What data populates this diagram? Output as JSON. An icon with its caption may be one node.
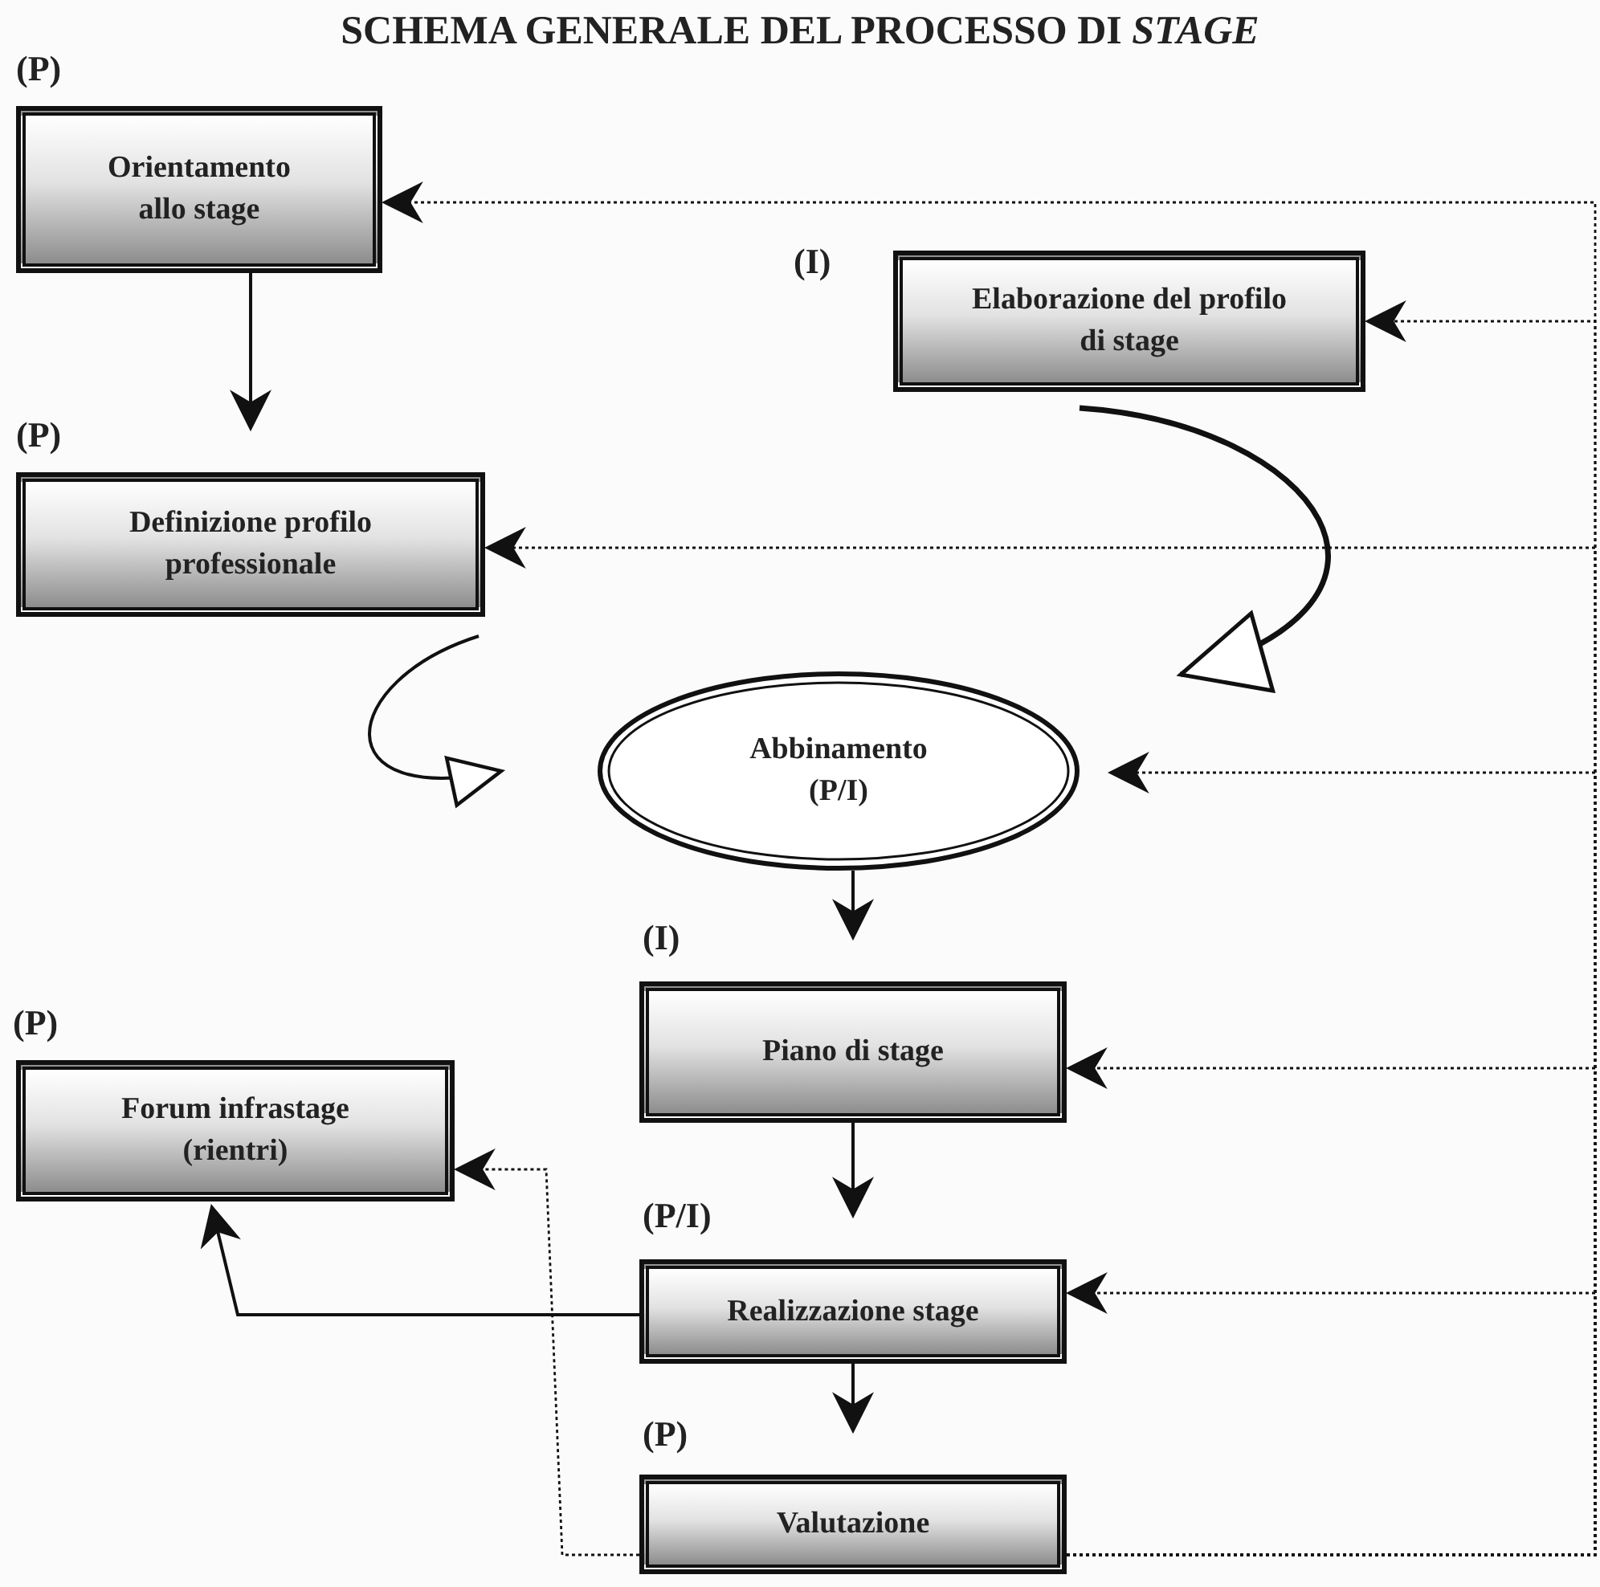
{
  "diagram": {
    "title": "SCHEMA GENERALE DEL PROCESSO DI *STAGE*",
    "nodes": [
      {
        "text": [
          "Orientamento allo stage"
        ],
        "beside": [
          "(P)"
        ]
      },
      {
        "text": [
          "Elaborazione del profilo di stage"
        ],
        "beside": [
          "(I)"
        ]
      },
      {
        "text": [
          "Definizione profilo professionale"
        ],
        "beside": [
          "(P)"
        ]
      },
      {
        "text": [
          "Abbinamento",
          "(P/I)"
        ]
      },
      {
        "text": [
          "Piano di stage"
        ],
        "beside": [
          "(I)"
        ]
      },
      {
        "text": [
          "Forum infrastage (rientri)"
        ],
        "beside": [
          "(P)"
        ]
      },
      {
        "text": [
          "Realizzazione stage"
        ],
        "beside": [
          "(P/I)"
        ]
      },
      {
        "text": [
          "Valutazione"
        ],
        "beside": [
          "(P)"
        ]
      }
    ],
    "edges": [
      {
        "from": 0,
        "to": 2,
        "arrow": "to"
      },
      {
        "from": 1,
        "to": 3,
        "arrow": "to",
        "style": "thick"
      },
      {
        "from": 2,
        "to": 3,
        "arrow": "to"
      },
      {
        "from": 3,
        "to": 4,
        "arrow": "to"
      },
      {
        "from": 4,
        "to": 6,
        "arrow": "to"
      },
      {
        "from": 6,
        "to": 7,
        "arrow": "to"
      },
      {
        "from": 6,
        "to": 5,
        "arrow": "to"
      },
      {
        "from": 7,
        "to": 0,
        "arrow": "to",
        "style": "dashed"
      },
      {
        "from": 7,
        "to": 1,
        "arrow": "to",
        "style": "dashed"
      },
      {
        "from": 7,
        "to": 2,
        "arrow": "to",
        "style": "dashed"
      },
      {
        "from": 7,
        "to": 3,
        "arrow": "to",
        "style": "dashed"
      },
      {
        "from": 7,
        "to": 4,
        "arrow": "to",
        "style": "dashed"
      },
      {
        "from": 7,
        "to": 6,
        "arrow": "to",
        "style": "dashed"
      },
      {
        "from": 7,
        "to": 5,
        "arrow": "to",
        "style": "dashed"
      }
    ]
  }
}
